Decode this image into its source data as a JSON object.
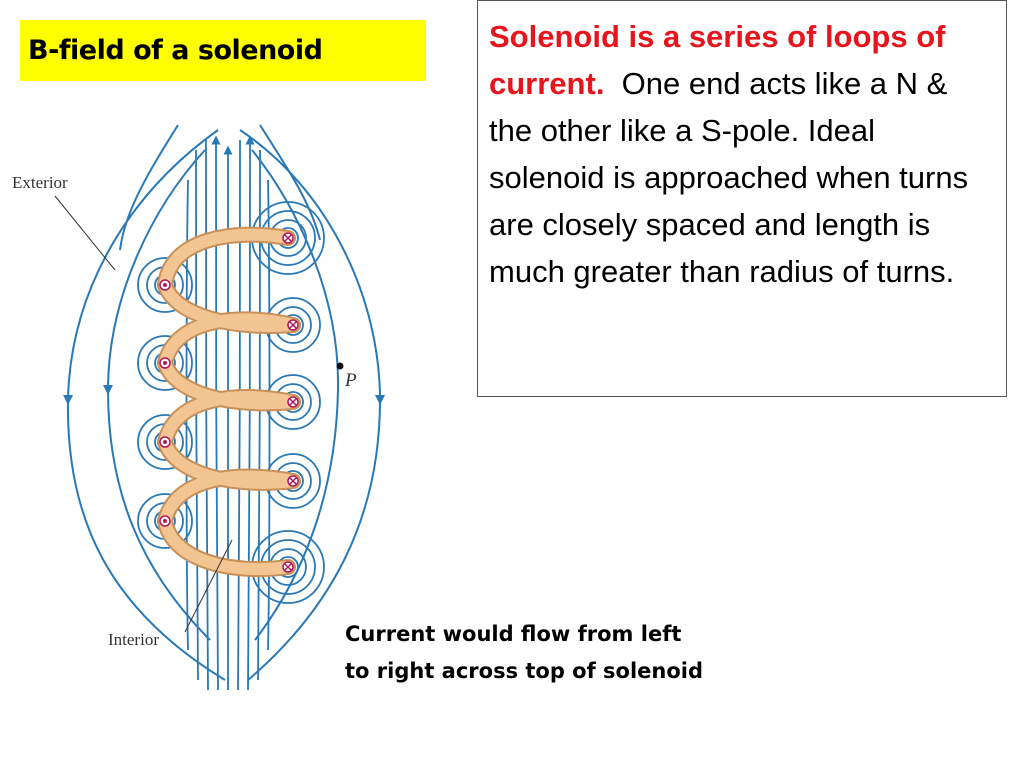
{
  "title": "B-field of a solenoid",
  "description": {
    "highlight": "Solenoid is a series of loops of current",
    "highlight_tail": ".",
    "body": "One end acts like a N & the other like a S-pole. Ideal solenoid is approached when turns are closely spaced and length is much greater than radius of turns."
  },
  "caption": {
    "line1": "Current would flow from left",
    "line2": "to right across top of solenoid"
  },
  "figure": {
    "exterior_label": "Exterior",
    "interior_label": "Interior",
    "point_label": "P",
    "colors": {
      "field_line": "#2a79b6",
      "coil": "#f3c592",
      "coil_edge": "#c99058",
      "wire_marker": "#b0175a"
    }
  }
}
